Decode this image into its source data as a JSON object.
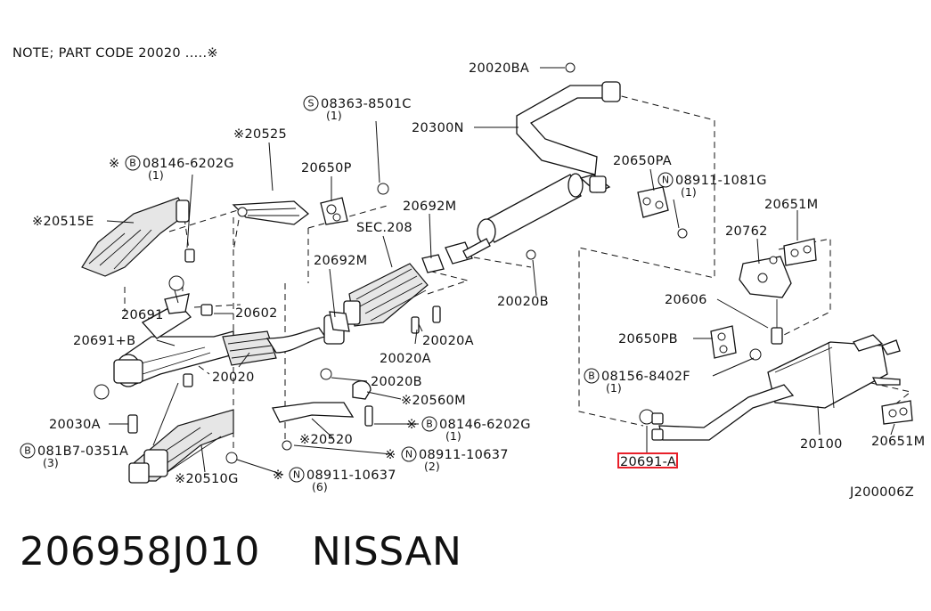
{
  "note": "NOTE; PART CODE 20020 .....※",
  "figure_code": "J200006Z",
  "caption": {
    "part_number": "206958J010",
    "brand": "NISSAN",
    "separator": "    "
  },
  "highlighted_label": "20691-A",
  "labels": {
    "l20020ba": "20020BA",
    "l20300n": "20300N",
    "l08363": "08363-8501C",
    "l08363q": "(1)",
    "l20525": "※20525",
    "l08146a": "08146-6202G",
    "l08146aq": "(1)",
    "l20650p": "20650P",
    "l20515e": "※20515E",
    "l20692m_a": "20692M",
    "lsec208": "SEC.208",
    "l20692m_b": "20692M",
    "l20650pa": "20650PA",
    "l08911_1081g": "08911-1081G",
    "l08911_1081gq": "(1)",
    "l20651m_a": "20651M",
    "l20762": "20762",
    "l20691": "20691",
    "l20602": "20602",
    "l20020b_a": "20020B",
    "l20606": "20606",
    "l20691b": "20691+B",
    "l20020a_a": "20020A",
    "l20020a_b": "20020A",
    "l20020": "20020",
    "l20650pb": "20650PB",
    "l08156": "08156-8402F",
    "l08156q": "(1)",
    "l20020b_b": "20020B",
    "l20560m": "※20560M",
    "l20030a": "20030A",
    "l08146b": "08146-6202G",
    "l08146bq": "(1)",
    "l20520": "※20520",
    "l20100": "20100",
    "l081b7": "081B7-0351A",
    "l081b7q": "(3)",
    "l08911_10637a": "08911-10637",
    "l08911_10637aq": "(2)",
    "l20651m_b": "20651M",
    "l20510g": "※20510G",
    "l08911_10637b": "08911-10637",
    "l08911_10637bq": "(6)",
    "l20691a": "20691-A"
  },
  "markers": {
    "s": "S",
    "b": "B",
    "n": "N",
    "star": "※"
  },
  "colors": {
    "highlight": "#e8202a",
    "ink": "#111111",
    "background": "#ffffff"
  }
}
